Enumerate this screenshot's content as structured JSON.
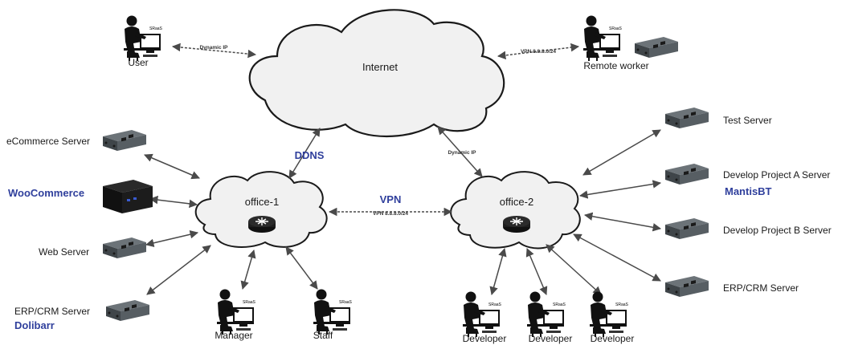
{
  "colors": {
    "accent_blue": "#2f3f9c",
    "line": "#4a4a4a",
    "cloud_fill": "#f1f1f1",
    "router": "#1e1e1e"
  },
  "clouds": {
    "internet": "Internet",
    "office1": "office-1",
    "office2": "office-2"
  },
  "users": {
    "user": "User",
    "remote_worker": "Remote worker",
    "manager": "Manager",
    "staff": "Staff",
    "developer": "Developer"
  },
  "servers": {
    "ecommerce": "eCommerce Server",
    "web": "Web Server",
    "erp_left": "ERP/CRM Server",
    "test": "Test Server",
    "dev_a": "Develop Project A Server",
    "dev_b": "Develop Project B Server",
    "erp_right": "ERP/CRM Server"
  },
  "software": {
    "woocommerce": "WooCommerce",
    "dolibarr": "Dolibarr",
    "mantisbt": "MantisBT"
  },
  "links": {
    "user_dynamic_ip": "Dynamic IP",
    "remote_vpn": "VPN 8.8.8.0/24",
    "ddns": "DDNS",
    "office2_dynamic_ip": "Dynamic IP",
    "vpn": "VPN",
    "vpn_subnet": "VPN 8.8.8.0/24"
  },
  "icons": {
    "monitor_screen_text": "SRaaS",
    "person": "person-at-computer-icon",
    "server": "server-box-icon",
    "mini_pc": "mini-pc-icon",
    "router": "router-icon"
  }
}
